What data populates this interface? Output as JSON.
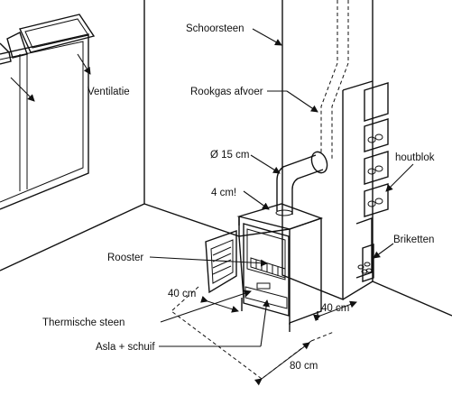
{
  "labels": {
    "chimney": "Schoorsteen",
    "flue_gas": "Rookgas afvoer",
    "ventilation": "Ventilatie",
    "pipe_diameter": "Ø 15 cm",
    "clearance_top": "4 cm!",
    "log_storage": "houtblok",
    "briquettes": "Briketten",
    "grate": "Rooster",
    "side_distance": "40 cm",
    "thermal_stone": "Thermische steen",
    "ash_drawer": "Asla + schuif",
    "rear_distance": "40 cm",
    "front_distance": "80 cm"
  }
}
